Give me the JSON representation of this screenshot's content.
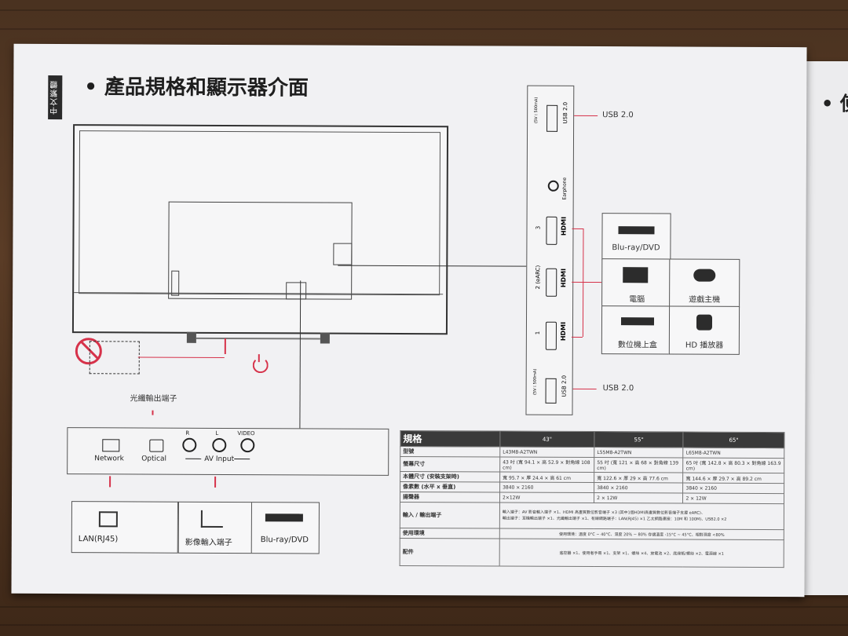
{
  "lang_tab": "中文繁體",
  "title": "• 產品規格和顯示器介面",
  "next_page_title": "• 使",
  "optical_out_label": "光纖輸出端子",
  "bottom_ports": {
    "network": "Network",
    "optical": "Optical",
    "r": "R",
    "l": "L",
    "video": "VIDEO",
    "av_input": "AV Input"
  },
  "bottom_devices": {
    "lan": "LAN(RJ45)",
    "av_device": "影像輸入端子",
    "bluray": "Blu-ray/DVD"
  },
  "side_ports": {
    "usb_top_text": "USB 2.0",
    "usb_top_note": "(5V⎓500mA)",
    "usb_top_label": "USB 2.0",
    "earphone": "Earphone",
    "hdmi3_num": "3",
    "hdmi2_num": "2 (eARC)",
    "hdmi1_num": "1",
    "hdmi_logo": "HDMI",
    "usb_bottom_text": "USB 2.0",
    "usb_bottom_note": "(5V⎓500mA)",
    "usb_bottom_label": "USB 2.0"
  },
  "hdmi_devices": {
    "bluray": "Blu-ray/DVD",
    "pc": "電腦",
    "console": "遊戲主機",
    "stb": "數位機上盒",
    "hd_player": "HD 播放器"
  },
  "spec_table": {
    "header": "規格",
    "sizes": [
      "43\"",
      "55\"",
      "65\""
    ],
    "rows": [
      {
        "k": "型號",
        "v": [
          "L43M8-A2TWN",
          "L55M8-A2TWN",
          "L65M8-A2TWN"
        ]
      },
      {
        "k": "螢幕尺寸",
        "v": [
          "43 吋 (寬 94.1 × 高 52.9 × 對角線 108 cm)",
          "55 吋 (寬 121 × 高 68 × 對角線 139 cm)",
          "65 吋 (寬 142.8 × 高 80.3 × 對角線 163.9 cm)"
        ]
      },
      {
        "k": "本體尺寸 (安裝支架時)",
        "v": [
          "寬 95.7 × 厚 24.4 × 高 61 cm",
          "寬 122.6 × 厚 29 × 高 77.6 cm",
          "寬 144.6 × 厚 29.7 × 高 89.2 cm"
        ]
      },
      {
        "k": "像素數 (水平 x 垂直)",
        "v": [
          "3840 × 2160",
          "3840 × 2160",
          "3840 × 2160"
        ]
      },
      {
        "k": "揚聲器",
        "v": [
          "2×12W",
          "2 × 12W",
          "2 × 12W"
        ]
      }
    ],
    "io_label": "輸入 / 輸出端子",
    "io_text_1": "輸入端子：AV 影音輸入端子 ×1、HDMI 高畫質數位影音端子 ×3 (其中1個HDMI高畫質數位影音端子支援 eARC)、",
    "io_text_2": "輸出端子：耳機輸出端子 ×1、光纖輸出端子 ×1、有線網路端子：LAN(RJ45) ×1 乙太網路連接：10M 和 100M)、USB2.0 ×2",
    "env_label": "使用環境",
    "env_text": "使用環境：溫度 0°C ~ 40°C、濕度 20% ~ 80% 存儲溫度 -15°C ~ 45°C、相對濕度 <80%",
    "acc_label": "配件",
    "acc_text": "遙控器 ×1、使用者手冊 ×1、支架 ×1、螺絲 ×4、放電池 ×2、底座紙/螺絲 ×2、電源線 ×1"
  },
  "colors": {
    "accent_red": "#d6324a",
    "paper": "#f1f1f3",
    "ink": "#222222"
  }
}
